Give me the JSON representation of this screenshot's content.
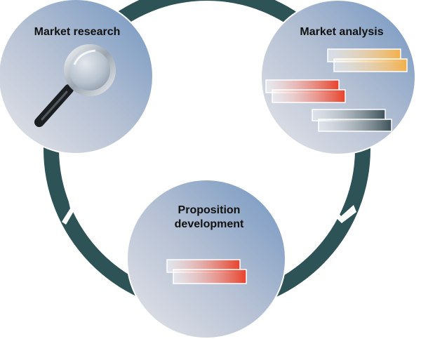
{
  "diagram": {
    "type": "cycle",
    "nodes": [
      {
        "id": "market-research",
        "label": "Market research",
        "icon": "magnifying-glass-icon"
      },
      {
        "id": "market-analysis",
        "label": "Market analysis",
        "icon": "stacked-bars-icon"
      },
      {
        "id": "proposition-development",
        "label": "Proposition development",
        "icon": "stacked-bars-icon"
      }
    ],
    "flow": [
      "market-research",
      "market-analysis",
      "proposition-development"
    ],
    "colors": {
      "ring": "#2d5356",
      "circle_light": "#dcdde3",
      "circle_dark": "#7a9bc2",
      "bar_orange": "#f4b04a",
      "bar_red": "#e8412a",
      "bar_slate": "#3d5158"
    }
  }
}
